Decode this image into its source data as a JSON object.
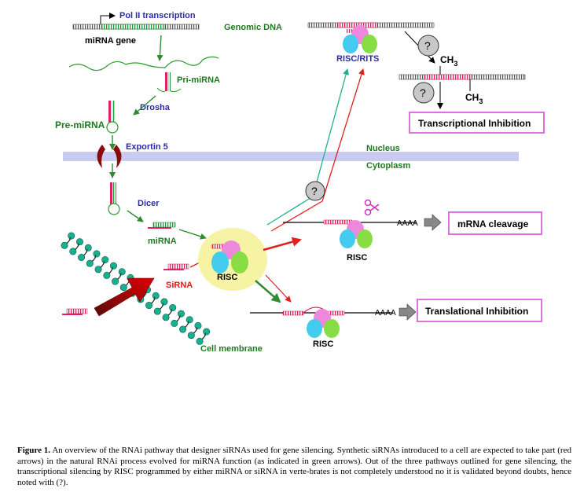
{
  "labels": {
    "pol2": "Pol II transcription",
    "mirna_gene": "miRNA gene",
    "genomic_dna": "Genomic DNA",
    "pri_mirna": "Pri-miRNA",
    "drosha": "Drosha",
    "pre_mirna": "Pre-miRNA",
    "exportin": "Exportin 5",
    "nucleus": "Nucleus",
    "cytoplasm": "Cytoplasm",
    "dicer": "Dicer",
    "mirna": "miRNA",
    "sirna": "SiRNA",
    "cell_membrane": "Cell membrane",
    "risc_rits": "RISC/RITS",
    "risc_center": "RISC",
    "risc_cleave": "RISC",
    "risc_trans": "RISC",
    "ch3_a": "CH",
    "ch3_b": "CH",
    "sub3": "3",
    "question": "?",
    "polya": "AAAA"
  },
  "boxes": {
    "transcriptional": "Transcriptional Inhibition",
    "cleavage": "mRNA cleavage",
    "translational": "Translational Inhibition"
  },
  "caption": {
    "title": "Figure 1.",
    "text": "An overview of the RNAi pathway that designer siRNAs used for gene silencing. Synthetic siRNAs introduced to a cell are expected to take part (red arrows) in the natural RNAi process evolved for miRNA function (as indicated in green arrows). Out of the three pathways outlined for gene silencing, the transcriptional silencing by RISC programmed by either miRNA or siRNA in verte-brates is not completely understood no it is validated beyond doubts, hence noted with (?)."
  },
  "colors": {
    "green_arrow": "#2e8b2e",
    "red_arrow": "#e02020",
    "teal_arrow": "#20b090",
    "risc_pink": "#ee88dd",
    "risc_cyan": "#44ccee",
    "risc_green": "#88dd44",
    "membrane_bar": "#c9ccf0",
    "risc_halo": "#f6f3a4",
    "box_border": "#e070e0"
  }
}
